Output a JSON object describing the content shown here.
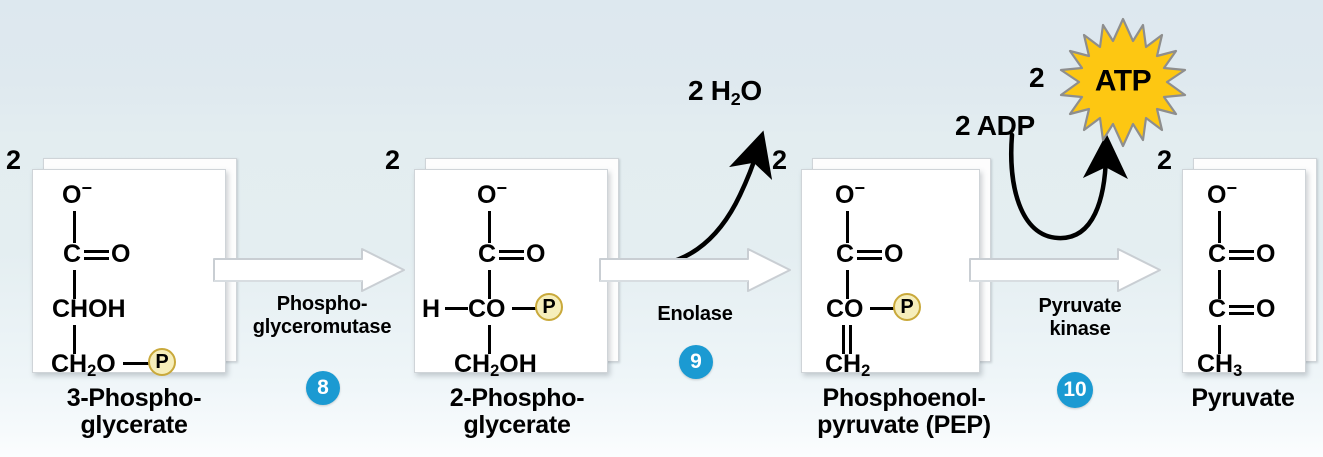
{
  "diagram": {
    "title": "Glycolysis energy-payoff steps 8-10",
    "background_colors": {
      "top": "#dde8ef",
      "bottom": "#fbfdfe"
    },
    "accent_colors": {
      "step_badge": "#1b9ad2",
      "atp_star_fill": "#fdc712",
      "atp_star_stroke": "#8e8e8e",
      "phosphate_fill": "#f6eebb",
      "phosphate_stroke": "#c9a93b",
      "arrow_fill": "#ffffff",
      "arrow_stroke": "#c9ced3"
    }
  },
  "molecules": [
    {
      "multiplier": "2",
      "name_line1": "3-Phospho-",
      "name_line2": "glycerate",
      "atoms": {
        "top": "O",
        "top_charge": "−",
        "c1": "C",
        "o_double": "O",
        "c2": "CHOH",
        "c3": "CH",
        "c3_sub": "2",
        "c3_tail": "O",
        "phosphate": "P"
      }
    },
    {
      "multiplier": "2",
      "name_line1": "2-Phospho-",
      "name_line2": "glycerate",
      "atoms": {
        "top": "O",
        "top_charge": "−",
        "c1": "C",
        "o_double": "O",
        "h_left": "H",
        "c2": "CO",
        "phosphate": "P",
        "c3": "CH",
        "c3_sub": "2",
        "c3_tail": "OH"
      }
    },
    {
      "multiplier": "2",
      "name_line1": "Phosphoenol-",
      "name_line2": "pyruvate (PEP)",
      "atoms": {
        "top": "O",
        "top_charge": "−",
        "c1": "C",
        "o_double": "O",
        "c2": "CO",
        "phosphate": "P",
        "c3": "CH",
        "c3_sub": "2"
      }
    },
    {
      "multiplier": "2",
      "name_line1": "Pyruvate",
      "name_line2": "",
      "atoms": {
        "top": "O",
        "top_charge": "−",
        "c1": "C",
        "o_double1": "O",
        "c2": "C",
        "o_double2": "O",
        "c3": "CH",
        "c3_sub": "3"
      }
    }
  ],
  "steps": [
    {
      "enzyme_line1": "Phospho-",
      "enzyme_line2": "glyceromutase",
      "badge": "8"
    },
    {
      "enzyme_line1": "Enolase",
      "enzyme_line2": "",
      "badge": "9"
    },
    {
      "enzyme_line1": "Pyruvate",
      "enzyme_line2": "kinase",
      "badge": "10"
    }
  ],
  "annotations": {
    "water_count": "2",
    "water_formula_main": "H",
    "water_formula_sub": "2",
    "water_formula_tail": "O",
    "adp_label": "2 ADP",
    "atp_count": "2",
    "atp_label": "ATP"
  }
}
